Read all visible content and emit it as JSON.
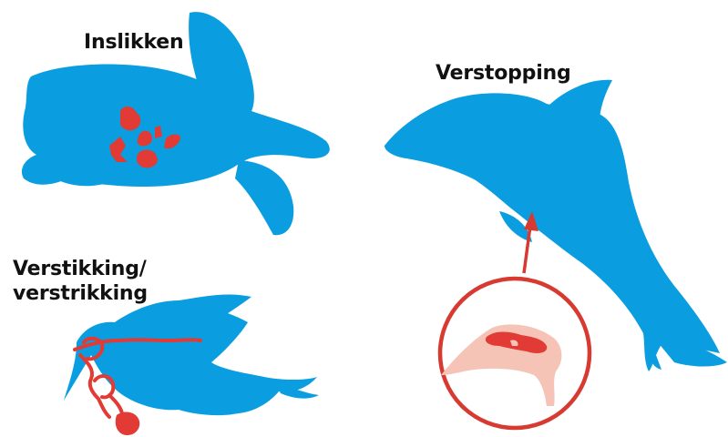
{
  "labels": {
    "ingestion": "Inslikken",
    "blockage": "Verstopping",
    "entanglement_line1": "Verstikking/",
    "entanglement_line2": "verstrikking"
  },
  "colors": {
    "animal": "#0a9ee0",
    "plastic": "#e23a34",
    "stomach": "#f6c4b6",
    "ring": "#d63a31"
  },
  "icons": [
    "turtle-silhouette",
    "dolphin-silhouette",
    "bird-silhouette",
    "plastic-pieces",
    "stomach-magnifier"
  ]
}
